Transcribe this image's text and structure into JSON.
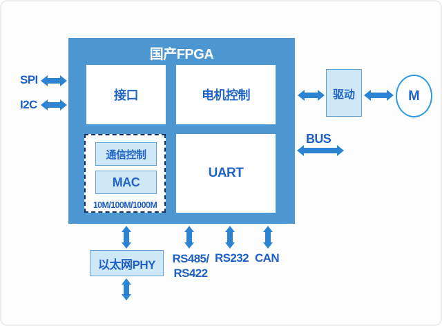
{
  "colors": {
    "fpga_bg": "#4c97d2",
    "arrow": "#2b83d2",
    "label_text": "#1d5fc4",
    "block_text": "#2265c5",
    "light_bg": "#cfe8f7",
    "light_border": "#5f9fd6",
    "dashed_border": "#18305c",
    "circle_border": "#2d9ae0",
    "title_text": "#ffffff"
  },
  "diagram": {
    "fpga": {
      "title": "国产FPGA",
      "interface_label": "接口",
      "motor_control_label": "电机控制",
      "uart_label": "UART",
      "ethernet_group": {
        "comm_control_label": "通信控制",
        "mac_label": "MAC",
        "speed_label": "10M/100M/1000M"
      }
    },
    "left_ports": {
      "spi": "SPI",
      "i2c": "I2C"
    },
    "right_chain": {
      "drive_label": "驱动",
      "motor_label": "M",
      "bus_label": "BUS"
    },
    "bottom_ports": {
      "phy_label": "以太网PHY",
      "rs485_line1": "RS485/",
      "rs485_line2": "RS422",
      "rs232_label": "RS232",
      "can_label": "CAN"
    }
  }
}
